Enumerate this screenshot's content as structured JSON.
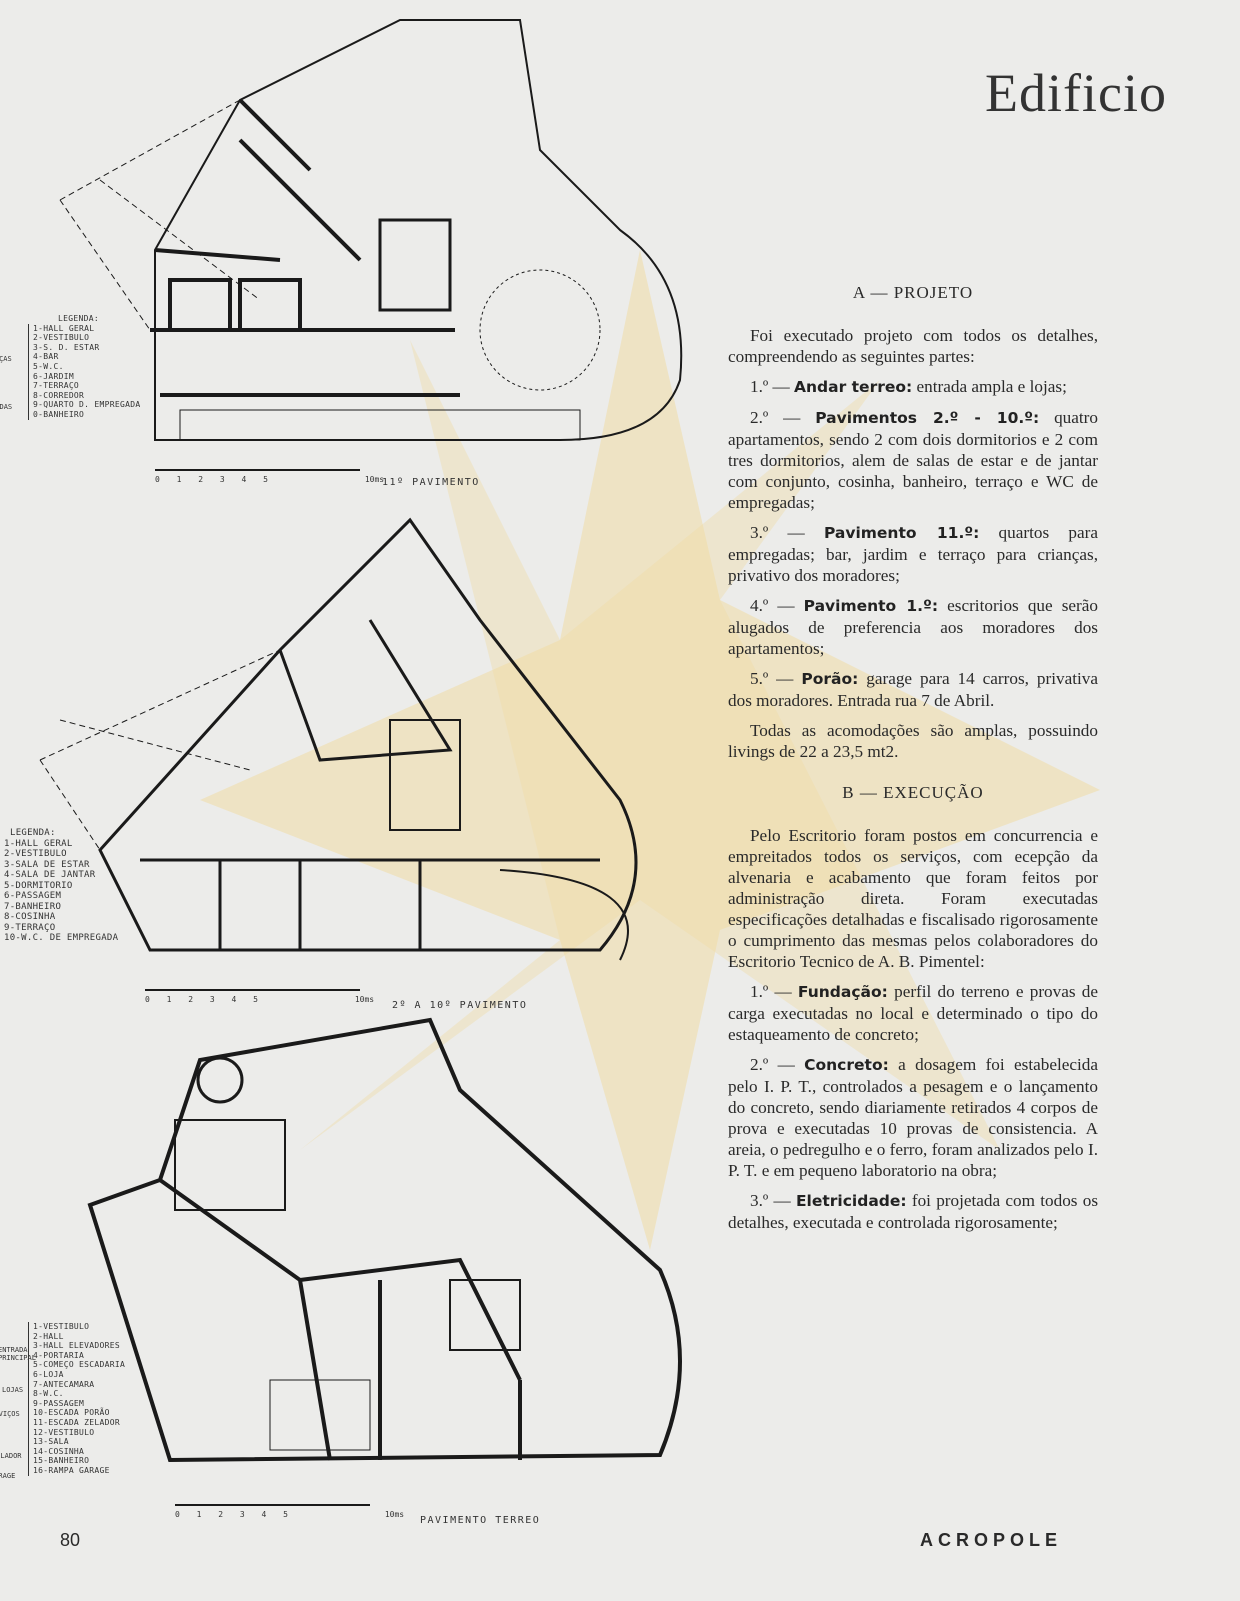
{
  "page": {
    "title": "Edificio",
    "page_number": "80",
    "magazine": "ACROPOLE"
  },
  "section_a": {
    "heading": "A — PROJETO",
    "intro": "Foi executado projeto com todos os detalhes, compreendendo as seguintes partes:",
    "items": [
      {
        "num": "1.º —",
        "lead": "Andar terreo:",
        "text": "entrada ampla e lojas;"
      },
      {
        "num": "2.º —",
        "lead": "Pavimentos 2.º - 10.º:",
        "text": "quatro apartamentos, sendo 2 com dois dormitorios e 2 com tres dormitorios, alem de salas de estar e de jantar com conjunto, cosinha, banheiro, terraço e WC de empregadas;"
      },
      {
        "num": "3.º —",
        "lead": "Pavimento 11.º:",
        "text": "quartos para empregadas; bar, jardim e terraço para crianças, privativo dos moradores;"
      },
      {
        "num": "4.º —",
        "lead": "Pavimento 1.º:",
        "text": "escritorios que serão alugados de preferencia aos moradores dos apartamentos;"
      },
      {
        "num": "5.º —",
        "lead": "Porão:",
        "text": "garage para 14 carros, privativa dos moradores. Entrada rua 7 de Abril."
      }
    ],
    "closing": "Todas as acomodações são amplas, possuindo livings de 22 a 23,5 mt2."
  },
  "section_b": {
    "heading": "B — EXECUÇÃO",
    "intro": "Pelo Escritorio foram postos em concurrencia e empreitados todos os serviços, com ecepção da alvenaria e acabamento que foram feitos por administração direta. Foram executadas especificações detalhadas e fiscalisado rigorosamente o cumprimento das mesmas pelos colaboradores do Escritorio Tecnico de A. B. Pimentel:",
    "items": [
      {
        "num": "1.º —",
        "lead": "Fundação:",
        "text": "perfil do terreno e provas de carga executadas no local e determinado o tipo do estaqueamento de concreto;"
      },
      {
        "num": "2.º —",
        "lead": "Concreto:",
        "text": "a dosagem foi estabelecida pelo I. P. T., controlados a pesagem e o lançamento do concreto, sendo diariamente retirados 4 corpos de prova e executadas 10 provas de consistencia. A areia, o pedregulho e o ferro, foram analizados pelo I. P. T. e em pequeno laboratorio na obra;"
      },
      {
        "num": "3.º —",
        "lead": "Eletricidade:",
        "text": "foi projetada com todos os detalhes, executada e controlada rigorosamente;"
      }
    ]
  },
  "plans": [
    {
      "label": "11º PAVIMENTO",
      "scale": "0 1 2 3 4 5",
      "scale_end": "10ms",
      "legend_title": "LEGENDA:",
      "legend": [
        "1-HALL GERAL",
        "2-VESTIBULO",
        "3-S. D. ESTAR",
        "4-BAR",
        "5-W.C.",
        "6-JARDIM",
        "7-TERRAÇO",
        "8-CORREDOR",
        "9-QUARTO D. EMPREGADA",
        "0-BANHEIRO"
      ],
      "side_labels": [
        "CRIANÇAS",
        "EMPREGADAS"
      ]
    },
    {
      "label": "2º A 10º PAVIMENTO",
      "scale": "0 1 2 3 4 5",
      "scale_end": "10ms",
      "legend_title": "LEGENDA:",
      "legend": [
        "1-HALL GERAL",
        "2-VESTIBULO",
        "3-SALA DE ESTAR",
        "4-SALA DE JANTAR",
        "5-DORMITORIO",
        "6-PASSAGEM",
        "7-BANHEIRO",
        "8-COSINHA",
        "9-TERRAÇO",
        "10-W.C. DE EMPREGADA"
      ]
    },
    {
      "label": "PAVIMENTO TERREO",
      "scale": "0 1 2 3 4 5",
      "scale_end": "10ms",
      "legend": [
        "1-VESTIBULO",
        "2-HALL",
        "3-HALL ELEVADORES",
        "4-PORTARIA",
        "5-COMEÇO ESCADARIA",
        "6-LOJA",
        "7-ANTECAMARA",
        "8-W.C.",
        "9-PASSAGEM",
        "10-ESCADA PORÃO",
        "11-ESCADA ZELADOR",
        "12-VESTIBULO",
        "13-SALA",
        "14-COSINHA",
        "15-BANHEIRO",
        "16-RAMPA GARAGE"
      ],
      "side_labels": [
        "ENTRADA PRINCIPAL",
        "LOJAS",
        "SERVIÇOS",
        "ZELADOR",
        "GARAGE"
      ]
    }
  ],
  "colors": {
    "paper": "#ececea",
    "ink": "#1a1a1a",
    "watermark": "#f2dfa8"
  }
}
